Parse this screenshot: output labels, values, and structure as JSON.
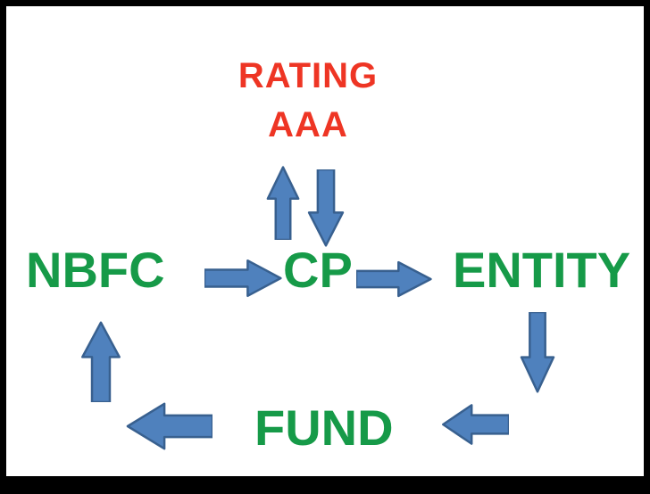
{
  "diagram": {
    "title_top": "RATING",
    "title_top_value": "AAA",
    "nodes": {
      "nbfc": "NBFC",
      "cp": "CP",
      "entity": "ENTITY",
      "fund": "FUND"
    },
    "arrows": [
      {
        "name": "arrow-up-cp-to-rating",
        "direction": "up"
      },
      {
        "name": "arrow-down-rating-to-cp",
        "direction": "down"
      },
      {
        "name": "arrow-right-nbfc-to-cp",
        "direction": "right"
      },
      {
        "name": "arrow-right-cp-to-entity",
        "direction": "right"
      },
      {
        "name": "arrow-down-entity-to-fund",
        "direction": "down"
      },
      {
        "name": "arrow-left-entity-to-fund",
        "direction": "left"
      },
      {
        "name": "arrow-left-fund-to-nbfc",
        "direction": "left"
      },
      {
        "name": "arrow-up-fund-to-nbfc",
        "direction": "up"
      }
    ]
  },
  "colors": {
    "red": "#ee3524",
    "green": "#169a48",
    "arrow_fill": "#4f81bd",
    "arrow_stroke": "#38608f",
    "frame": "#000000",
    "background": "#ffffff"
  }
}
